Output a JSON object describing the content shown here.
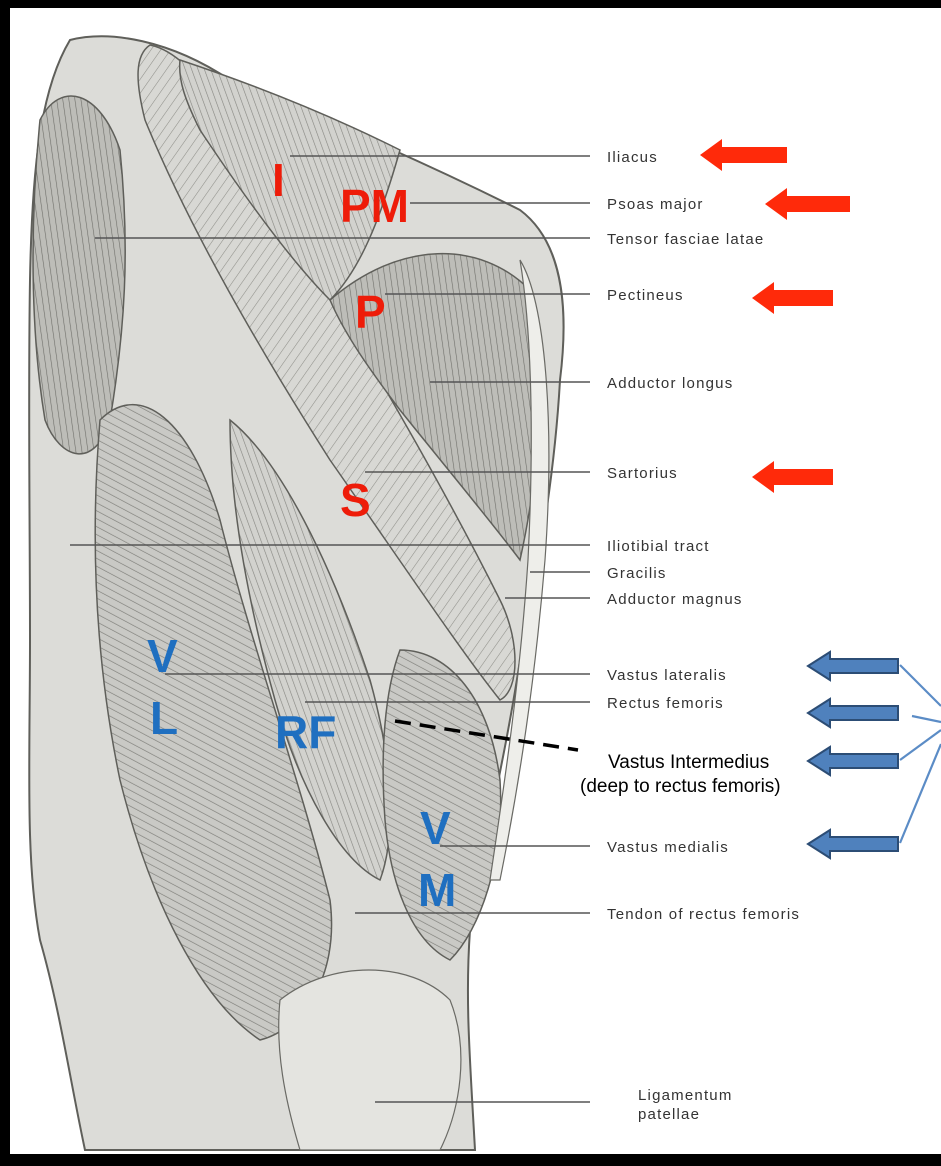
{
  "labels": [
    "Iliacus",
    "Psoas major",
    "Tensor fasciae latae",
    "Pectineus",
    "Adductor longus",
    "Sartorius",
    "Iliotibial tract",
    "Gracilis",
    "Adductor magnus",
    "Vastus lateralis",
    "Rectus femoris",
    "Vastus medialis",
    "Tendon of rectus femoris",
    "Ligamentum",
    "patellae"
  ],
  "abbreviations": {
    "iliacus": "I",
    "psoas_major": "PM",
    "pectineus": "P",
    "sartorius": "S",
    "vastus_lateralis_top": "V",
    "vastus_lateralis_bottom": "L",
    "rectus_femoris": "RF",
    "vastus_medialis_top": "V",
    "vastus_medialis_bottom": "M"
  },
  "note": {
    "line1": "Vastus Intermedius",
    "line2": "(deep to rectus femoris)"
  },
  "colors": {
    "hip_flexor_red": "#ee1c09",
    "quadriceps_blue": "#1f6fc0",
    "arrow_blue": "#4f81bd",
    "arrow_blue_edge": "#2c4d75",
    "arrow_red": "#ff2a0a"
  }
}
